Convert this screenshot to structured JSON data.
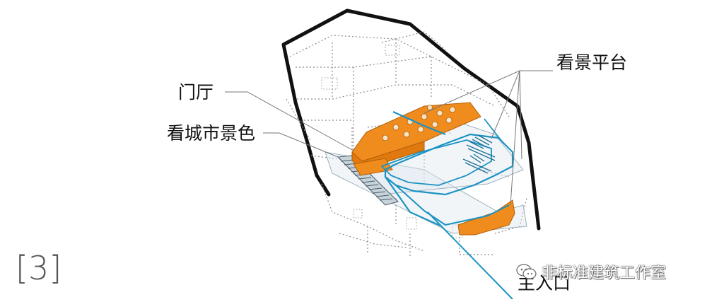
{
  "figure": {
    "number": "[3]"
  },
  "labels": {
    "lobby": "门厅",
    "city_view": "看城市景色",
    "viewing_platform": "看景平台",
    "main_entrance": "主入口"
  },
  "watermark": {
    "text": "非标准建筑工作室",
    "icon": "wechat-icon"
  },
  "colors": {
    "outline": "#111111",
    "platform": "#f08c1e",
    "circulation": "#1b93c3",
    "dotted": "#888888",
    "glass": "#dfe9ef"
  }
}
